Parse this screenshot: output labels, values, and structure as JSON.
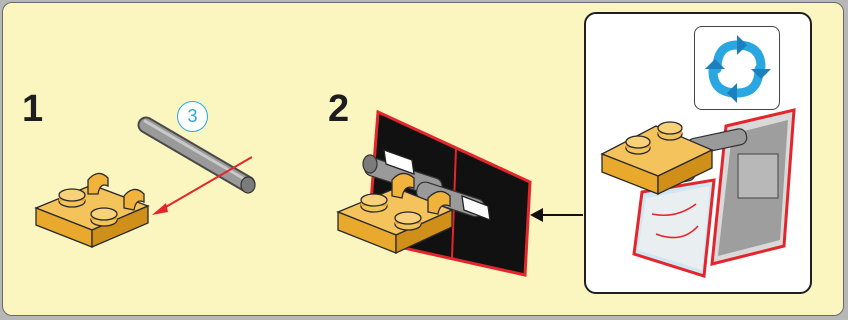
{
  "steps": [
    {
      "number": "1",
      "part_quantity": "3"
    },
    {
      "number": "2"
    }
  ],
  "colors": {
    "background": "#fbf6c0",
    "brick_yellow": "#f2b33d",
    "bar_gray": "#8c8c8c",
    "tile_black": "#111111",
    "tile_border": "#e3262c",
    "arrow_red": "#e3262c",
    "badge_blue": "#2aa7e0"
  },
  "icons": [
    "bar-part",
    "plate-with-clips",
    "red-insertion-arrow",
    "black-arrow",
    "rotate-model-icon"
  ]
}
